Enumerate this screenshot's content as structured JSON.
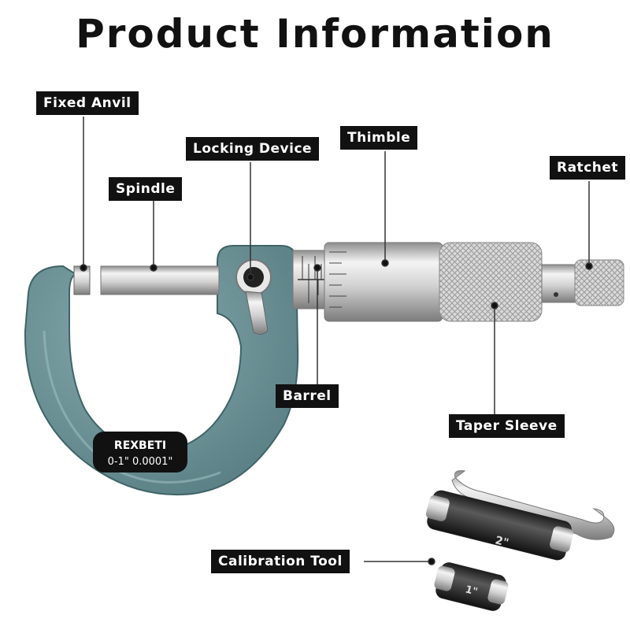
{
  "header": {
    "title": "Product Information"
  },
  "labels": {
    "fixed_anvil": "Fixed Anvil",
    "locking_device": "Locking Device",
    "thimble": "Thimble",
    "spindle": "Spindle",
    "ratchet": "Ratchet",
    "barrel": "Barrel",
    "taper_sleeve": "Taper Sleeve",
    "calibration_tool": "Calibration Tool"
  },
  "badge": {
    "brand": "REXBETI",
    "spec": "0-1\" 0.0001\""
  },
  "standards": {
    "long": "2\"",
    "short": "1\""
  },
  "colors": {
    "frame": "#6f9499",
    "label_bg": "#111111",
    "steel": "#c9c9c9"
  }
}
